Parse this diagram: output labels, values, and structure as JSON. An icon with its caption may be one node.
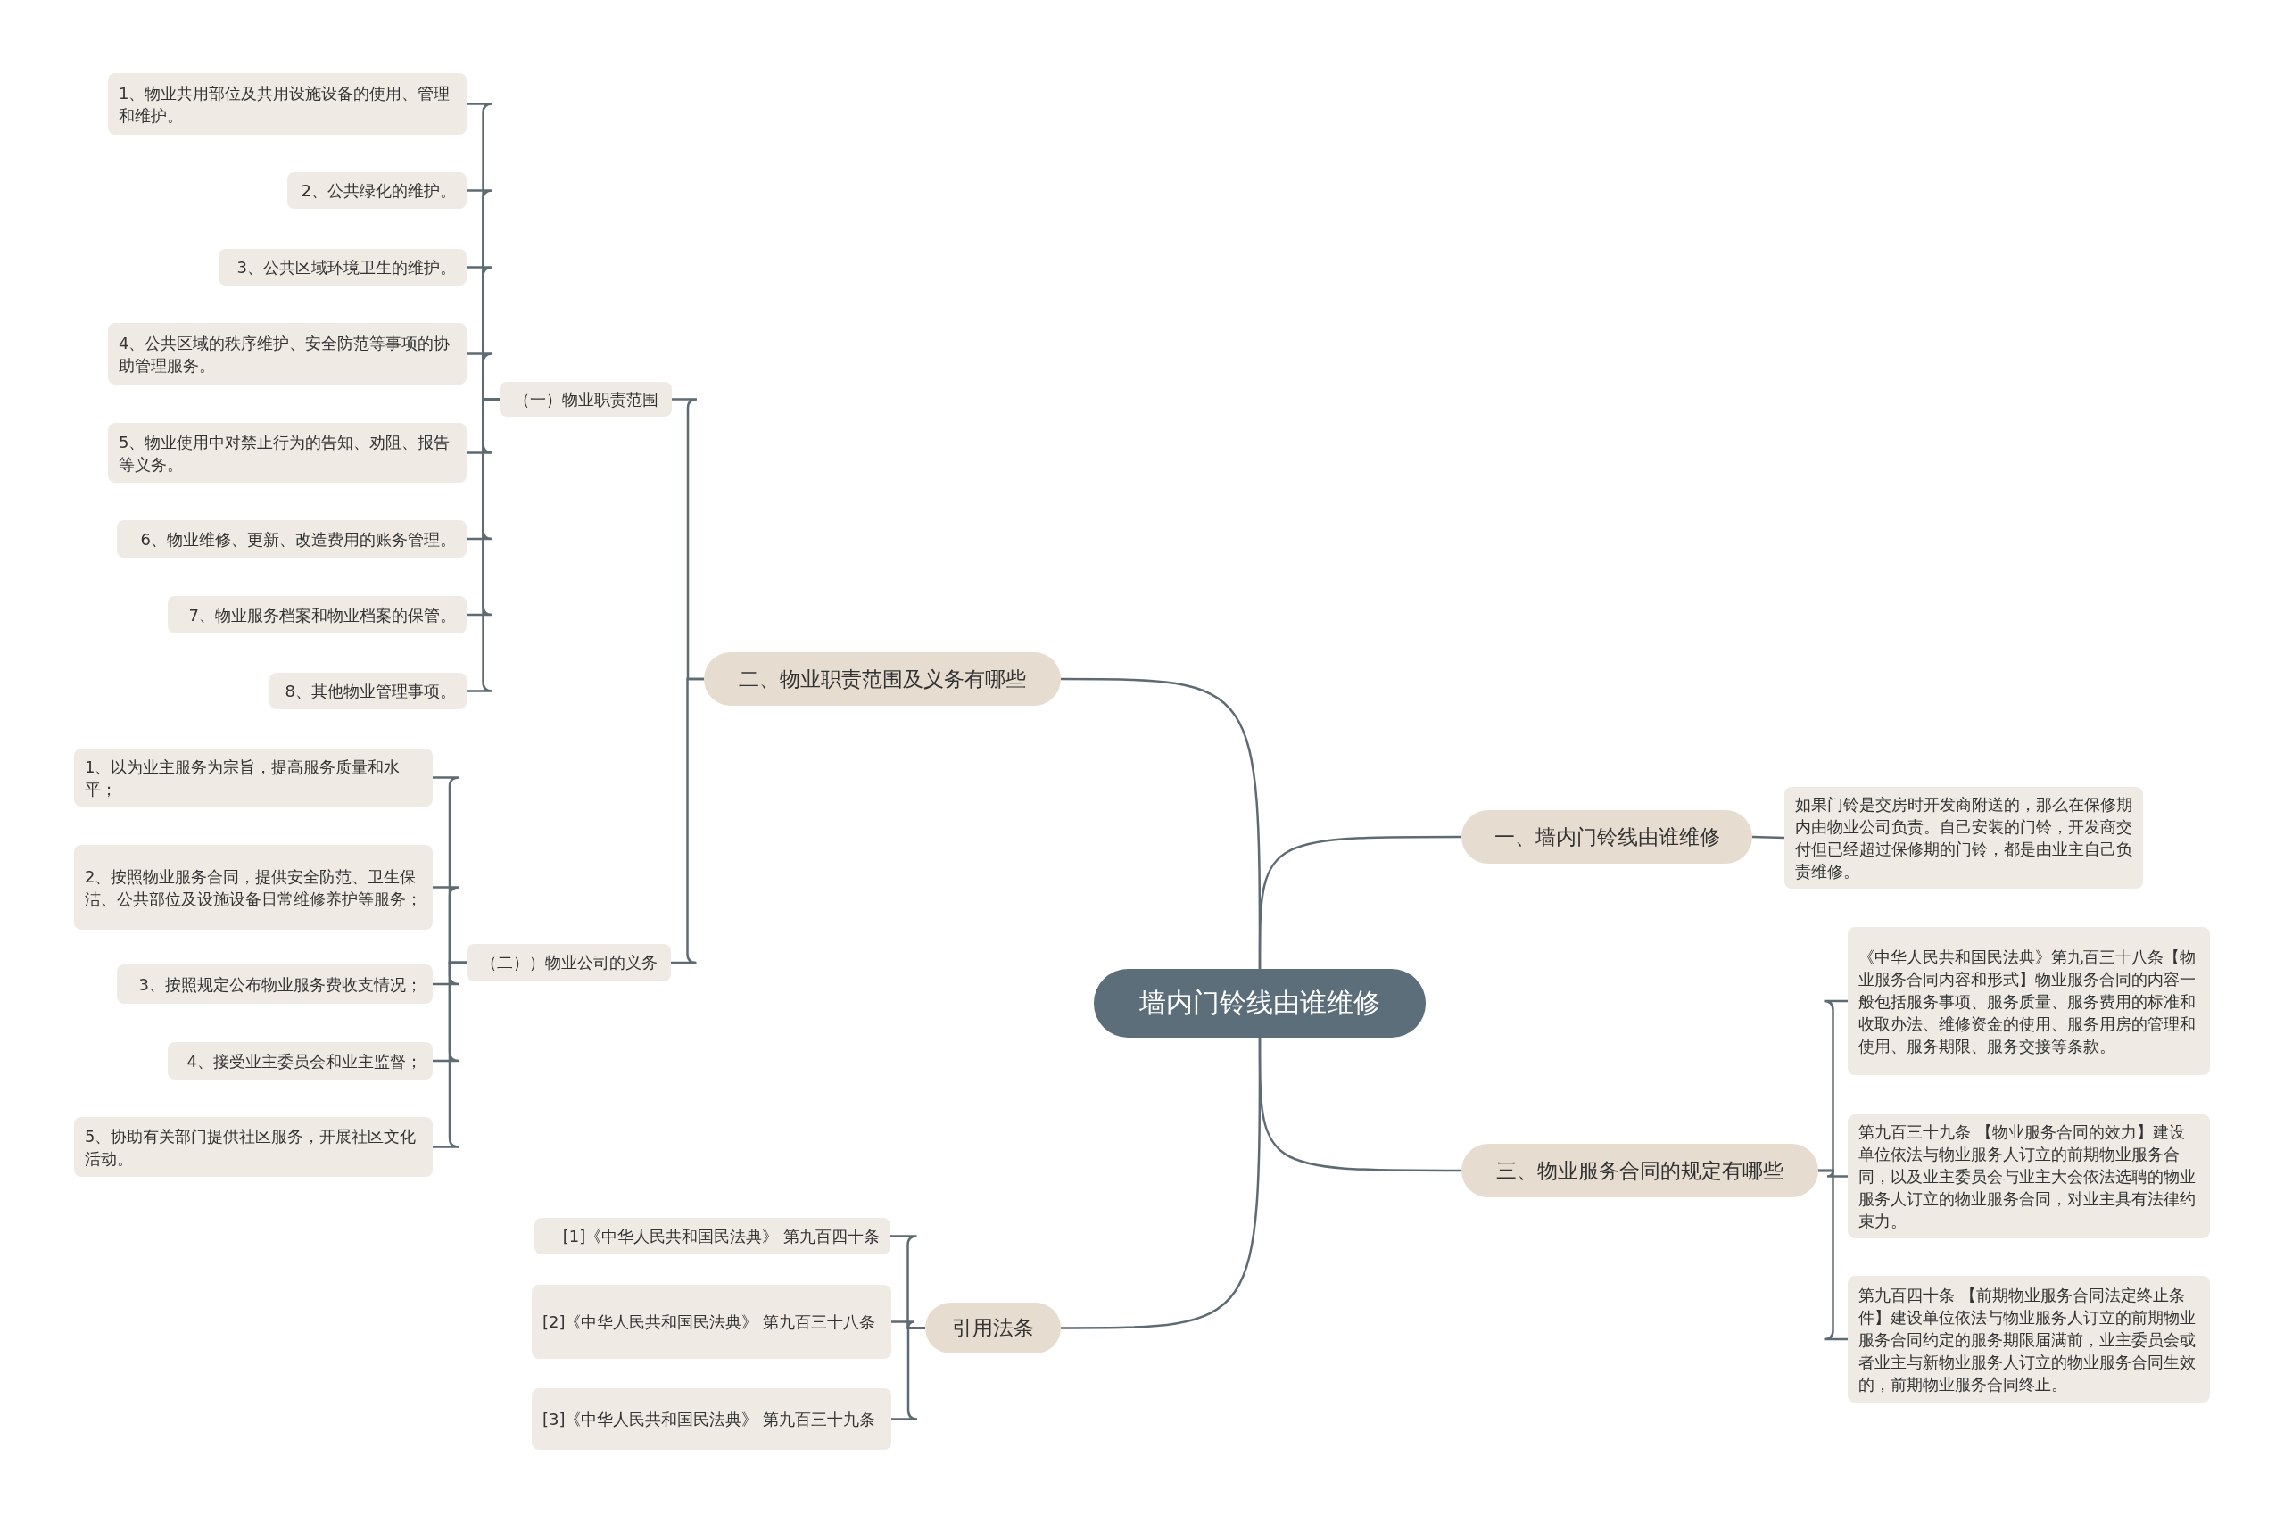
{
  "diagram": {
    "nodes": [
      {
        "text": [
          "墙内门铃线由谁维修"
        ]
      },
      {
        "text": [
          "二、物业职责范围及义务有哪些"
        ]
      },
      {
        "text": [
          "（一）物业职责范围"
        ]
      },
      {
        "text": [
          "1、物业共用部位及共用设施设备的使用、管理和维护。"
        ]
      },
      {
        "text": [
          "2、公共绿化的维护。"
        ]
      },
      {
        "text": [
          "3、公共区域环境卫生的维护。"
        ]
      },
      {
        "text": [
          "4、公共区域的秩序维护、安全防范等事项的协助管理服务。"
        ]
      },
      {
        "text": [
          "5、物业使用中对禁止行为的告知、劝阻、报告等义务。"
        ]
      },
      {
        "text": [
          "6、物业维修、更新、改造费用的账务管理。"
        ]
      },
      {
        "text": [
          "7、物业服务档案和物业档案的保管。"
        ]
      },
      {
        "text": [
          "8、其他物业管理事项。"
        ]
      },
      {
        "text": [
          "（二））物业公司的义务"
        ]
      },
      {
        "text": [
          "1、以为业主服务为宗旨，提高服务质量和水平；"
        ]
      },
      {
        "text": [
          "2、按照物业服务合同，提供安全防范、卫生保洁、公共部位及设施设备日常维修养护等服务；"
        ]
      },
      {
        "text": [
          "3、按照规定公布物业服务费收支情况；"
        ]
      },
      {
        "text": [
          "4、接受业主委员会和业主监督；"
        ]
      },
      {
        "text": [
          "5、协助有关部门提供社区服务，开展社区文化活动。"
        ]
      },
      {
        "text": [
          "一、墙内门铃线由谁维修"
        ]
      },
      {
        "text": [
          "如果门铃是交房时开发商附送的，那么在保修期内由物业公司负责。自己安装的门铃，开发商交付但已经超过保修期的门铃，都是由业主自己负责维修。"
        ]
      },
      {
        "text": [
          "三、物业服务合同的规定有哪些"
        ]
      },
      {
        "text": [
          "《中华人民共和国民法典》第九百三十八条【物业服务合同内容和形式】物业服务合同的内容一般包括服务事项、服务质量、服务费用的标准和收取办法、维修资金的使用、服务用房的管理和使用、服务期限、服务交接等条款。"
        ]
      },
      {
        "text": [
          "第九百三十九条 【物业服务合同的效力】建设单位依法与物业服务人订立的前期物业服务合同，以及业主委员会与业主大会依法选聘的物业服务人订立的物业服务合同，对业主具有法律约束力。"
        ]
      },
      {
        "text": [
          "第九百四十条 【前期物业服务合同法定终止条件】建设单位依法与物业服务人订立的前期物业服务合同约定的服务期限届满前，业主委员会或者业主与新物业服务人订立的物业服务合同生效的，前期物业服务合同终止。"
        ]
      },
      {
        "text": [
          "引用法条"
        ]
      },
      {
        "text": [
          "[1]《中华人民共和国民法典》 第九百四十条"
        ]
      },
      {
        "text": [
          "[2]《中华人民共和国民法典》 第九百三十八条"
        ]
      },
      {
        "text": [
          "[3]《中华人民共和国民法典》 第九百三十九条"
        ]
      }
    ],
    "edges": [
      {
        "from": 0,
        "to": 1,
        "arrow": "none"
      },
      {
        "from": 1,
        "to": 2,
        "arrow": "none"
      },
      {
        "from": 2,
        "to": 3,
        "arrow": "none"
      },
      {
        "from": 2,
        "to": 4,
        "arrow": "none"
      },
      {
        "from": 2,
        "to": 5,
        "arrow": "none"
      },
      {
        "from": 2,
        "to": 6,
        "arrow": "none"
      },
      {
        "from": 2,
        "to": 7,
        "arrow": "none"
      },
      {
        "from": 2,
        "to": 8,
        "arrow": "none"
      },
      {
        "from": 2,
        "to": 9,
        "arrow": "none"
      },
      {
        "from": 2,
        "to": 10,
        "arrow": "none"
      },
      {
        "from": 1,
        "to": 11,
        "arrow": "none"
      },
      {
        "from": 11,
        "to": 12,
        "arrow": "none"
      },
      {
        "from": 11,
        "to": 13,
        "arrow": "none"
      },
      {
        "from": 11,
        "to": 14,
        "arrow": "none"
      },
      {
        "from": 11,
        "to": 15,
        "arrow": "none"
      },
      {
        "from": 11,
        "to": 16,
        "arrow": "none"
      },
      {
        "from": 0,
        "to": 17,
        "arrow": "none"
      },
      {
        "from": 17,
        "to": 18,
        "arrow": "none"
      },
      {
        "from": 0,
        "to": 19,
        "arrow": "none"
      },
      {
        "from": 19,
        "to": 20,
        "arrow": "none"
      },
      {
        "from": 19,
        "to": 21,
        "arrow": "none"
      },
      {
        "from": 19,
        "to": 22,
        "arrow": "none"
      },
      {
        "from": 0,
        "to": 23,
        "arrow": "none"
      },
      {
        "from": 23,
        "to": 24,
        "arrow": "none"
      },
      {
        "from": 23,
        "to": 25,
        "arrow": "none"
      },
      {
        "from": 23,
        "to": 26,
        "arrow": "none"
      }
    ]
  }
}
